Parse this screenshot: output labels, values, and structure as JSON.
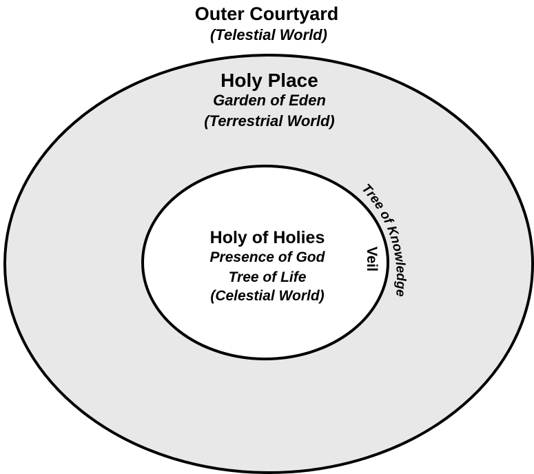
{
  "outer_courtyard": {
    "title": "Outer Courtyard",
    "subtitle": "(Telestial World)"
  },
  "holy_place": {
    "title": "Holy Place",
    "line1": "Garden of Eden",
    "line2": "(Terrestrial World)"
  },
  "holy_of_holies": {
    "title": "Holy of Holies",
    "line1": "Presence of God",
    "line2": "Tree of Life",
    "line3": "(Celestial World)"
  },
  "veil_label": "Veil",
  "tree_of_knowledge_label": "Tree of Knowledge",
  "colors": {
    "outer_fill": "#e8e8e8",
    "inner_fill": "#ffffff",
    "stroke": "#000000",
    "text": "#000000"
  }
}
